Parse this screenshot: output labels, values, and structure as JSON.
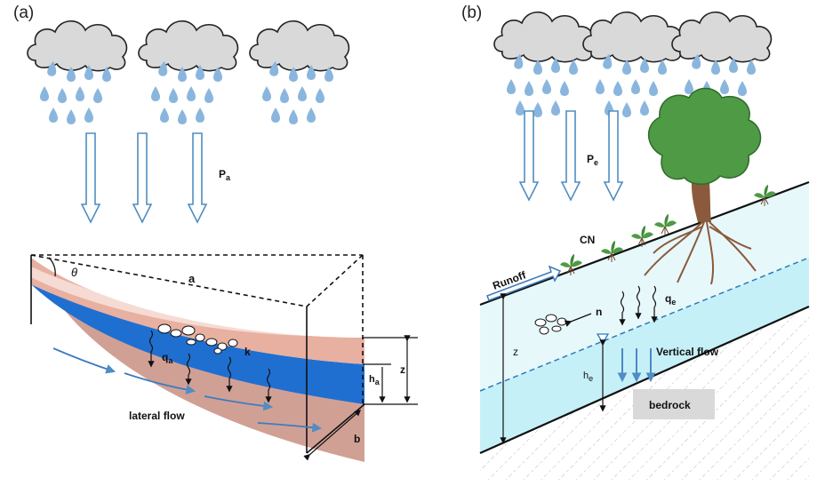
{
  "panel_a": {
    "label": "(a)",
    "precip_symbol": "P",
    "precip_sub": "a",
    "angle_symbol": "θ",
    "length_symbol": "a",
    "conductivity_symbol": "k",
    "flux_symbol": "q",
    "flux_sub": "a",
    "depth_symbol": "z",
    "water_height_symbol": "h",
    "water_height_sub": "a",
    "width_symbol": "b",
    "lateral_flow_label": "lateral flow"
  },
  "panel_b": {
    "label": "(b)",
    "precip_symbol": "P",
    "precip_sub": "e",
    "cn_label": "CN",
    "runoff_label": "Runoff",
    "porosity_symbol": "n",
    "flux_symbol": "q",
    "flux_sub": "e",
    "depth_symbol": "z",
    "water_height_symbol": "h",
    "water_height_sub": "e",
    "vertical_flow_label": "Vertical flow",
    "bedrock_label": "bedrock"
  },
  "colors": {
    "cloud_fill": "#d9d9d9",
    "raindrop": "#8ab6de",
    "arrow_stroke": "#4f8dc2",
    "soil_pink": "#e8b0a0",
    "water_blue": "#1f6fd1",
    "soil_brown": "#c98f83",
    "saturated_zone": "#c6f0f7",
    "tree_green": "#4f9a45",
    "trunk_brown": "#8b5a3c",
    "bedrock_box": "#d9d9d9"
  }
}
